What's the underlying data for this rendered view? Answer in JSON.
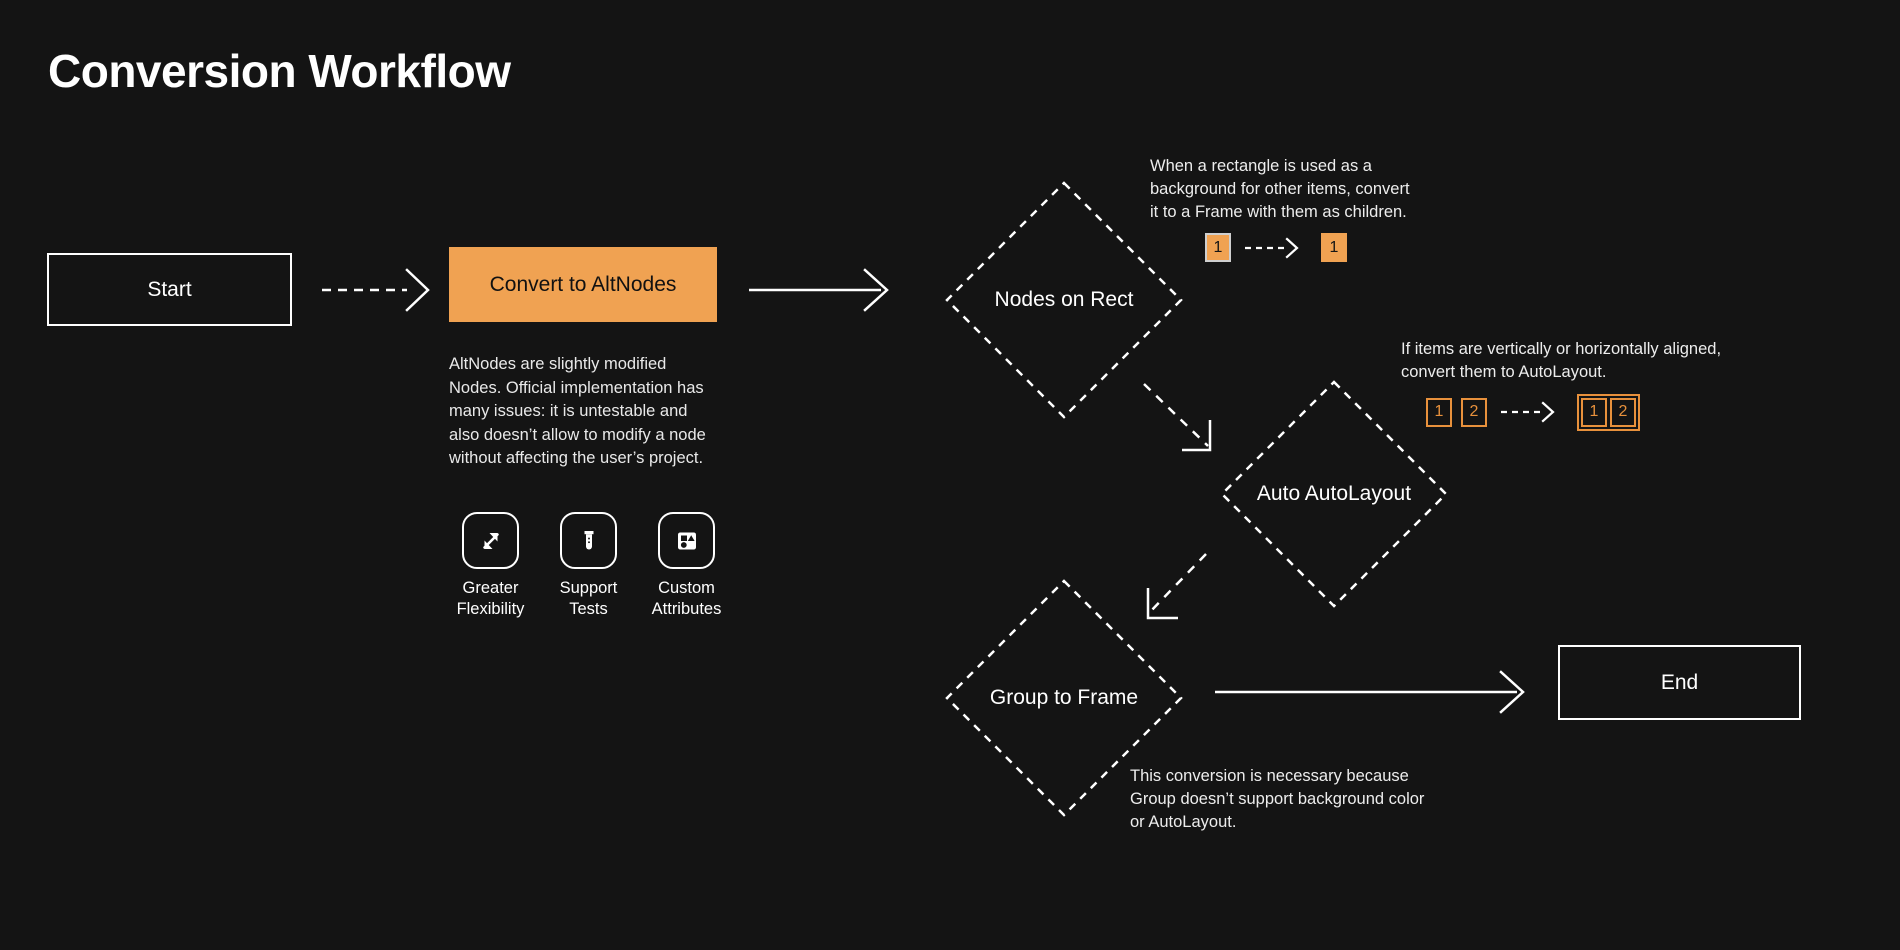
{
  "meta": {
    "background_color": "#141414",
    "accent_color": "#F0A252",
    "accent_outline_color": "#E8913C",
    "text_color": "#ffffff"
  },
  "title": "Conversion Workflow",
  "nodes": {
    "start": {
      "label": "Start"
    },
    "convert": {
      "label": "Convert to AltNodes"
    },
    "nodes_on_rect": {
      "label": "Nodes on Rect"
    },
    "auto_autolayout": {
      "label": "Auto AutoLayout"
    },
    "group_to_frame": {
      "label": "Group to Frame"
    },
    "end": {
      "label": "End"
    }
  },
  "altnodes_description": "AltNodes are slightly modified Nodes. Official implementation has many issues: it is untestable and also doesn’t allow to modify a node without affecting the user’s project.",
  "features": [
    {
      "icon": "expand-arrows-icon",
      "label": "Greater Flexibility"
    },
    {
      "icon": "test-tube-icon",
      "label": "Support Tests"
    },
    {
      "icon": "shapes-icon",
      "label": "Custom Attributes"
    }
  ],
  "annotations": {
    "rect_background": {
      "text": "When a rectangle is used as a background for other items, convert it to a Frame with them as children.",
      "before": [
        {
          "value": "1",
          "style": "filled-bordered"
        }
      ],
      "after": [
        {
          "value": "1",
          "style": "filled"
        }
      ]
    },
    "autolayout": {
      "text": "If items are vertically or horizontally aligned, convert them to AutoLayout.",
      "before": [
        {
          "value": "1",
          "style": "outline"
        },
        {
          "value": "2",
          "style": "outline"
        }
      ],
      "after": [
        {
          "value": "1",
          "style": "outline"
        },
        {
          "value": "2",
          "style": "outline"
        }
      ]
    },
    "group_frame": {
      "text": "This conversion is necessary because Group doesn’t support background color or AutoLayout."
    }
  },
  "edges": [
    {
      "from": "start",
      "to": "convert",
      "style": "dashed"
    },
    {
      "from": "convert",
      "to": "nodes_on_rect",
      "style": "solid"
    },
    {
      "from": "nodes_on_rect",
      "to": "auto_autolayout",
      "style": "dashed"
    },
    {
      "from": "auto_autolayout",
      "to": "group_to_frame",
      "style": "dashed"
    },
    {
      "from": "group_to_frame",
      "to": "end",
      "style": "solid"
    }
  ]
}
